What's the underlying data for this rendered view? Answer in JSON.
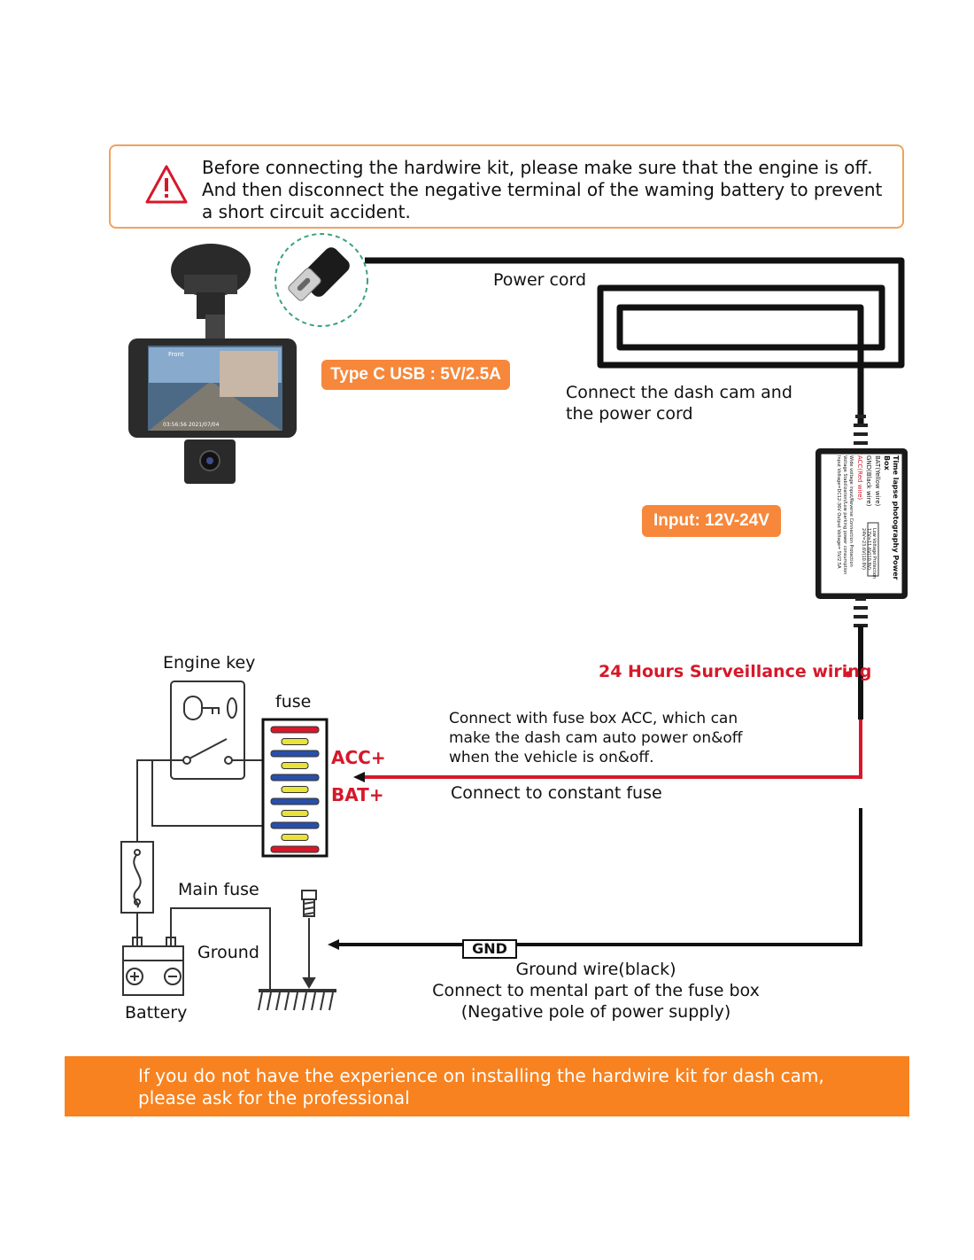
{
  "warning": {
    "lines": [
      "Before connecting the hardwire kit, please make sure that the engine is off.",
      "And then disconnect the negative terminal of the waming battery to prevent",
      "a short circuit accident."
    ]
  },
  "labels": {
    "power_cord": "Power cord",
    "type_c": "Type C USB : 5V/2.5A",
    "connect_dash": [
      "Connect the dash cam and",
      "the power cord"
    ],
    "input": "Input: 12V-24V",
    "surveillance": "24 Hours Surveillance wiring",
    "engine_key": "Engine key",
    "fuse": "fuse",
    "acc": "ACC+",
    "bat": "BAT+",
    "acc_desc": [
      "Connect with fuse box ACC, which can",
      "make the dash cam auto power on&off",
      "when the vehicle is on&off."
    ],
    "constant_fuse": "Connect to constant fuse",
    "main_fuse": "Main fuse",
    "ground": "Ground",
    "battery": "Battery",
    "gnd": "GND",
    "ground_wire": [
      "Ground wire(black)",
      "Connect to mental part of the fuse box",
      "(Negative pole of power supply)"
    ]
  },
  "power_box": {
    "title": "Time lapse photography Power Box",
    "wires": [
      "BAT(Yellow wire)",
      "GND(Black wire)",
      "ACC(Red wire)"
    ],
    "notes": [
      "Wide voltage input/Reverse Connection Protection",
      "Voltage Stabilization/Low parking power consumption",
      "Input Voltage=DC12-36V   Output Voltage= 5V/2.5A"
    ],
    "protection": [
      "Low Voltage Protection",
      "12V=11.6V(10.9V)",
      "24V=23.6V(10.9V)"
    ]
  },
  "dashcam_screen": {
    "front": "Front",
    "timestamp": "03:56:56  2021/07/04"
  },
  "footer": {
    "lines": [
      "If you do not have the experience on installing the hardwire kit for dash cam,",
      "please ask for the professional"
    ]
  },
  "colors": {
    "orange": "#f7873a",
    "warning_border": "#f0a35c",
    "red_wire": "#d6182a",
    "cable": "#111111"
  }
}
